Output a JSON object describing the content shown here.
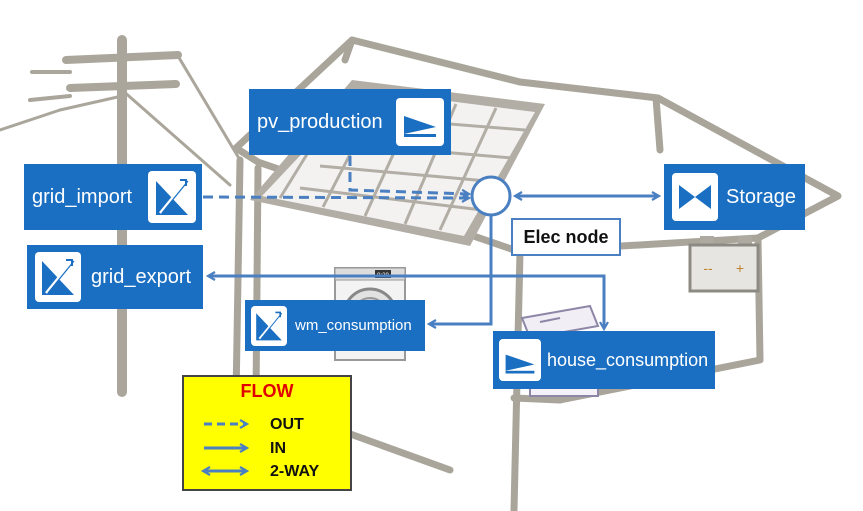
{
  "nodes": {
    "pv_production": "pv_production",
    "grid_import": "grid_import",
    "grid_export": "grid_export",
    "storage": "Storage",
    "wm_consumption": "wm_consumption",
    "house_consumption": "house_consumption",
    "elec_node": "Elec node"
  },
  "battery": {
    "minus": "--",
    "plus": "+"
  },
  "washer_display": "9:29",
  "legend": {
    "title": "FLOW",
    "items": [
      {
        "style": "dashed",
        "label": "OUT"
      },
      {
        "style": "solid",
        "label": "IN"
      },
      {
        "style": "two-way",
        "label": "2-WAY"
      }
    ]
  },
  "colors": {
    "node_blue": "#1a6fc2",
    "arrow_blue": "#4a7fc1",
    "sketch_gray": "#a9a59b",
    "legend_bg": "#ffff00",
    "legend_title": "#e00000"
  },
  "icons": {
    "pv_production": "ramp-icon",
    "grid_import": "adjustable-transformer-icon",
    "grid_export": "adjustable-transformer-icon",
    "storage": "bowtie-storage-icon",
    "wm_consumption": "adjustable-transformer-icon",
    "house_consumption": "ramp-icon"
  }
}
